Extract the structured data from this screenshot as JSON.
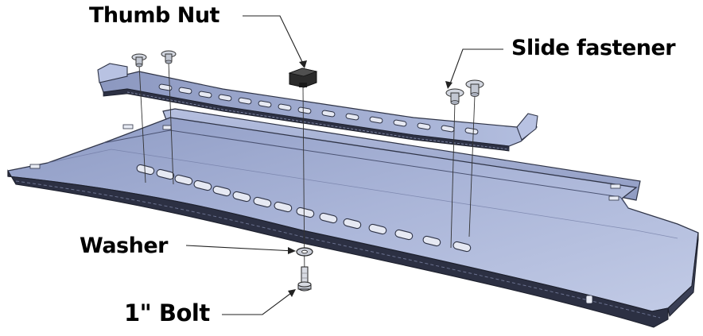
{
  "labels": {
    "thumb_nut": "Thumb Nut",
    "slide_fastener": "Slide fastener",
    "washer": "Washer",
    "bolt": "1\" Bolt"
  },
  "colors": {
    "plate_face": "#a9b4d6",
    "plate_dark": "#3b4157",
    "strip_face": "#a4afd2",
    "slot_fill": "#e6e9f3",
    "hardware": "#c8ccd6",
    "nut": "#2b2b2b"
  }
}
